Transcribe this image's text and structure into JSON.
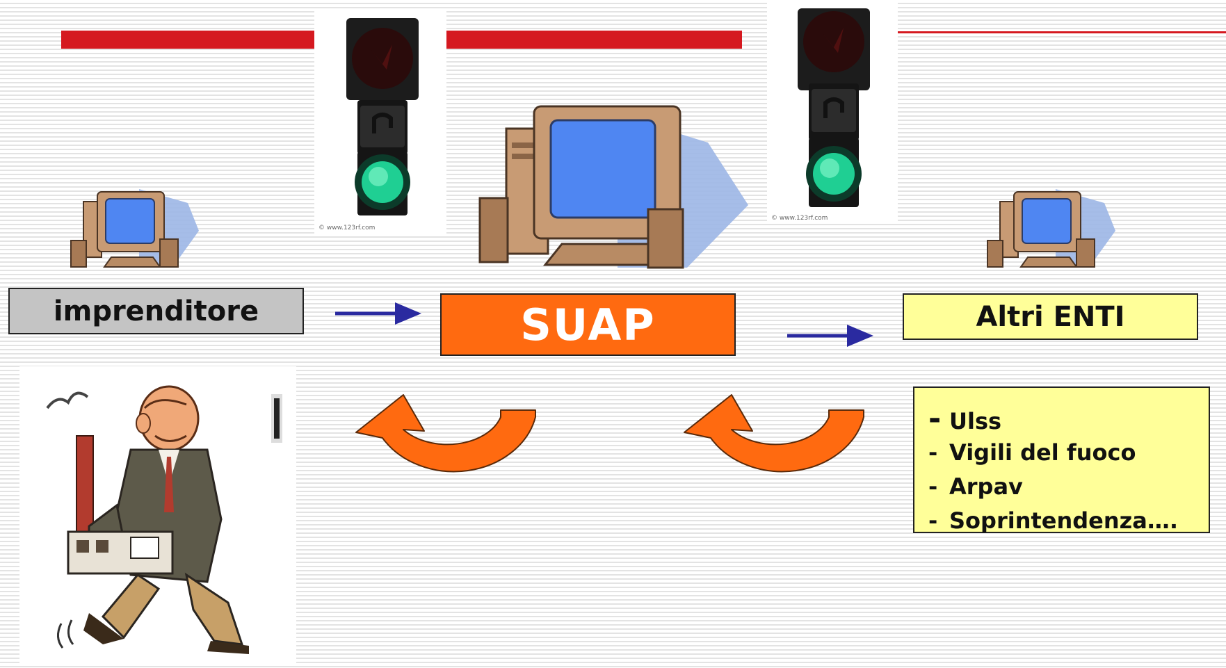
{
  "nodes": {
    "imprenditore": "imprenditore",
    "suap": "SUAP",
    "altri_enti": "Altri ENTI"
  },
  "enti_list": {
    "items": [
      {
        "dash": "-",
        "label": "Ulss"
      },
      {
        "dash": "-",
        "label": "Vigili del fuoco"
      },
      {
        "dash": "-",
        "label": "Arpav"
      },
      {
        "dash": "-",
        "label": "Soprintendenza…."
      }
    ]
  },
  "traffic_lights": {
    "left": {
      "state": "green",
      "credit": "© www.123rf.com"
    },
    "right": {
      "state": "green",
      "credit": "© www.123rf.com"
    }
  },
  "colors": {
    "rule_red": "#d51920",
    "imprenditore_fill": "#c4c4c4",
    "suap_fill": "#ff6a10",
    "enti_fill": "#ffff99",
    "arrow_blue": "#2a2aa0",
    "loop_orange": "#ff6a10"
  },
  "icons": {
    "computers": [
      "computer-icon",
      "computer-icon",
      "computer-icon"
    ],
    "illustration": "businessman-with-factory-illustration"
  }
}
